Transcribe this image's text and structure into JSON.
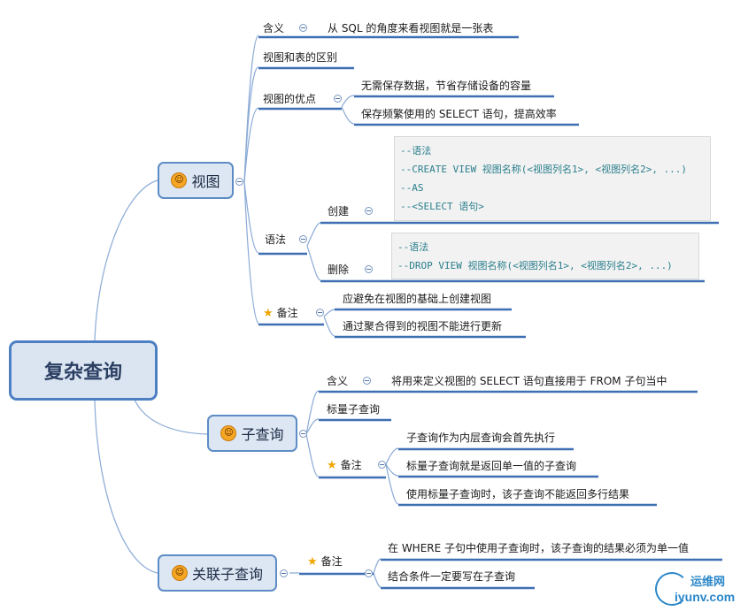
{
  "root": "复杂查询",
  "view": {
    "title": "视图",
    "meaning_label": "含义",
    "meaning_text": "从 SQL 的角度来看视图就是一张表",
    "diff": "视图和表的区别",
    "adv_label": "视图的优点",
    "adv_1": "无需保存数据，节省存储设备的容量",
    "adv_2": "保存频繁使用的 SELECT 语句，提高效率",
    "syntax_label": "语法",
    "create_label": "创建",
    "create_code": [
      "--语法",
      "--CREATE VIEW 视图名称(<视图列名1>, <视图列名2>, ...)",
      "--AS",
      "--<SELECT 语句>"
    ],
    "drop_label": "删除",
    "drop_code": [
      "--语法",
      "--DROP VIEW 视图名称(<视图列名1>, <视图列名2>, ...)"
    ],
    "note_label": "备注",
    "note_1": "应避免在视图的基础上创建视图",
    "note_2": "通过聚合得到的视图不能进行更新"
  },
  "subquery": {
    "title": "子查询",
    "meaning_label": "含义",
    "meaning_text": "将用来定义视图的 SELECT 语句直接用于 FROM 子句当中",
    "scalar": "标量子查询",
    "note_label": "备注",
    "note_1": "子查询作为内层查询会首先执行",
    "note_2": "标量子查询就是返回单一值的子查询",
    "note_3": "使用标量子查询时，该子查询不能返回多行结果"
  },
  "correlated": {
    "title": "关联子查询",
    "note_label": "备注",
    "note_1": "在 WHERE 子句中使用子查询时，该子查询的结果必须为单一值",
    "note_2": "结合条件一定要写在子查询"
  },
  "watermark": {
    "line1": "运维网",
    "line2": "iyunv.com"
  },
  "colors": {
    "line": "#6f95c9",
    "underline": "#3e6fb3",
    "box_fill": "#dde6f3",
    "box_border": "#5d8cc6",
    "star": "#f0a500"
  }
}
